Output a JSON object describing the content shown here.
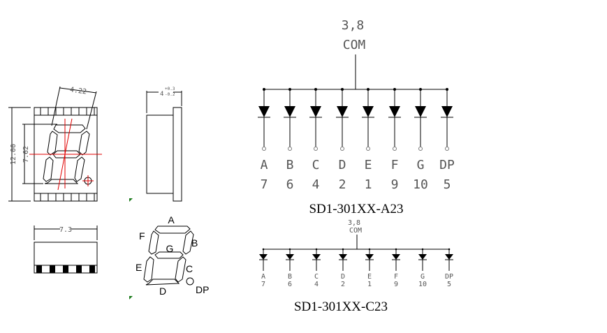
{
  "dimensions": {
    "width_total": "4.22",
    "height_total": "12.00",
    "digit_height": "7.62",
    "depth": "4",
    "depth_tol_plus": "+0.3",
    "depth_tol_minus": "-0.2",
    "bottom_width": "7.3"
  },
  "segment_labels": {
    "a": "A",
    "b": "B",
    "c": "C",
    "d": "D",
    "e": "E",
    "f": "F",
    "g": "G",
    "dp": "DP"
  },
  "schematic_a": {
    "com_pins": "3,8",
    "com_label": "COM",
    "title": "SD1-301XX-A23",
    "segments": [
      "A",
      "B",
      "C",
      "D",
      "E",
      "F",
      "G",
      "DP"
    ],
    "pins": [
      "7",
      "6",
      "4",
      "2",
      "1",
      "9",
      "10",
      "5"
    ]
  },
  "schematic_c": {
    "com_pins": "3,8",
    "com_label": "COM",
    "title": "SD1-301XX-C23",
    "segments": [
      "A",
      "B",
      "C",
      "D",
      "E",
      "F",
      "G",
      "DP"
    ],
    "pins": [
      "7",
      "6",
      "4",
      "2",
      "1",
      "9",
      "10",
      "5"
    ]
  },
  "colors": {
    "centerline": "#e00000",
    "marker": "#1a7a1a"
  }
}
